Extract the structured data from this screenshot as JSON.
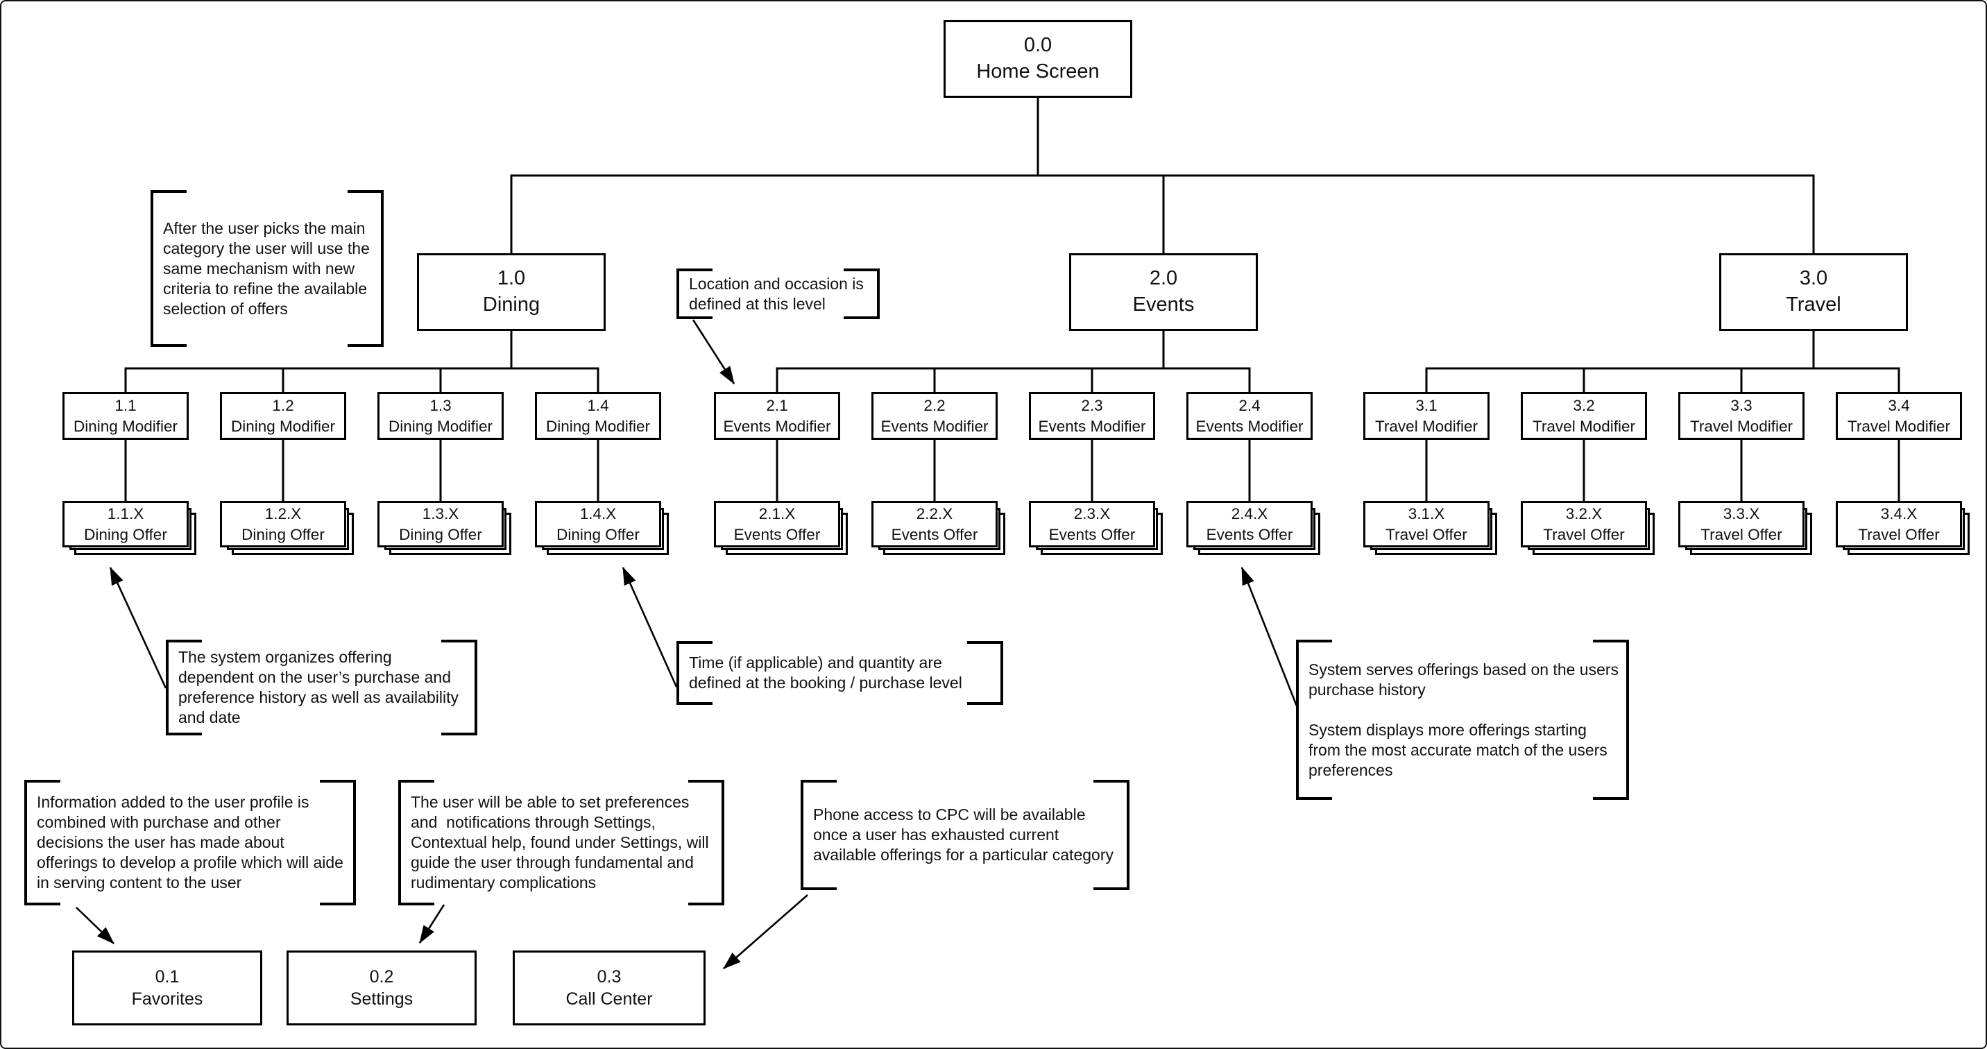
{
  "diagram": {
    "colors": {
      "line": "#000000",
      "background": "#ffffff"
    },
    "root": {
      "id": "0.0",
      "label": "Home Screen"
    },
    "categories": [
      {
        "id": "1.0",
        "label": "Dining"
      },
      {
        "id": "2.0",
        "label": "Events"
      },
      {
        "id": "3.0",
        "label": "Travel"
      }
    ],
    "modifiers": [
      {
        "id": "1.1",
        "label": "Dining Modifier"
      },
      {
        "id": "1.2",
        "label": "Dining Modifier"
      },
      {
        "id": "1.3",
        "label": "Dining Modifier"
      },
      {
        "id": "1.4",
        "label": "Dining Modifier"
      },
      {
        "id": "2.1",
        "label": "Events Modifier"
      },
      {
        "id": "2.2",
        "label": "Events Modifier"
      },
      {
        "id": "2.3",
        "label": "Events Modifier"
      },
      {
        "id": "2.4",
        "label": "Events Modifier"
      },
      {
        "id": "3.1",
        "label": "Travel Modifier"
      },
      {
        "id": "3.2",
        "label": "Travel Modifier"
      },
      {
        "id": "3.3",
        "label": "Travel Modifier"
      },
      {
        "id": "3.4",
        "label": "Travel Modifier"
      }
    ],
    "offers": [
      {
        "id": "1.1.X",
        "label": "Dining Offer"
      },
      {
        "id": "1.2.X",
        "label": "Dining Offer"
      },
      {
        "id": "1.3.X",
        "label": "Dining Offer"
      },
      {
        "id": "1.4.X",
        "label": "Dining Offer"
      },
      {
        "id": "2.1.X",
        "label": "Events Offer"
      },
      {
        "id": "2.2.X",
        "label": "Events Offer"
      },
      {
        "id": "2.3.X",
        "label": "Events Offer"
      },
      {
        "id": "2.4.X",
        "label": "Events Offer"
      },
      {
        "id": "3.1.X",
        "label": "Travel Offer"
      },
      {
        "id": "3.2.X",
        "label": "Travel Offer"
      },
      {
        "id": "3.3.X",
        "label": "Travel Offer"
      },
      {
        "id": "3.4.X",
        "label": "Travel Offer"
      }
    ],
    "utilities": [
      {
        "id": "0.1",
        "label": "Favorites"
      },
      {
        "id": "0.2",
        "label": "Settings"
      },
      {
        "id": "0.3",
        "label": "Call Center"
      }
    ],
    "notes": {
      "refine": "After the user picks the main category the user will use the same mechanism with new criteria to refine the available selection of offers",
      "location": "Location and occasion is  defined at this level",
      "organizes": "The system organizes offering dependent on the user’s purchase and preference history as well as availability and date",
      "time": "Time (if applicable) and quantity are defined at the booking / purchase level",
      "serves": "System serves offerings based on the users purchase history\n\nSystem displays more offerings starting from the most accurate match of the users preferences",
      "profile": "Information added to the user profile is combined with purchase and other decisions the user has made about offerings to develop a profile which will aide in serving content to the user",
      "settings_help": "The user will be able to set preferences and  notifications through Settings, Contextual help, found under Settings, will guide the user through fundamental and rudimentary complications",
      "phone": "Phone access to CPC will be available once a user has exhausted current available offerings for a particular category"
    }
  }
}
